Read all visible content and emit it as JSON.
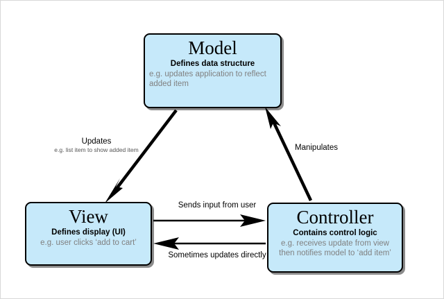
{
  "diagram": {
    "title": "MVC pattern diagram",
    "colors": {
      "node_fill": "#c6e9fa",
      "node_border": "#000000",
      "arrow": "#000000",
      "example_text": "#808080",
      "background": "#ffffff"
    },
    "nodes": [
      {
        "id": "model",
        "title": "Model",
        "subtitle": "Defines data structure",
        "example": "e.g. updates application to reflect added item"
      },
      {
        "id": "view",
        "title": "View",
        "subtitle": "Defines display (UI)",
        "example": "e.g. user clicks ‘add to cart’"
      },
      {
        "id": "controller",
        "title": "Controller",
        "subtitle": "Contains control logic",
        "example": "e.g. receives update from view then notifies model to ‘add item’"
      }
    ],
    "edges": [
      {
        "id": "model-to-view",
        "from": "model",
        "to": "view",
        "label": "Updates",
        "sublabel": "e.g. list item to show added item"
      },
      {
        "id": "controller-to-model",
        "from": "controller",
        "to": "model",
        "label": "Manipulates",
        "sublabel": ""
      },
      {
        "id": "view-to-controller",
        "from": "view",
        "to": "controller",
        "label": "Sends input from user",
        "sublabel": ""
      },
      {
        "id": "controller-to-view",
        "from": "controller",
        "to": "view",
        "label": "Sometimes updates directly",
        "sublabel": ""
      }
    ]
  }
}
